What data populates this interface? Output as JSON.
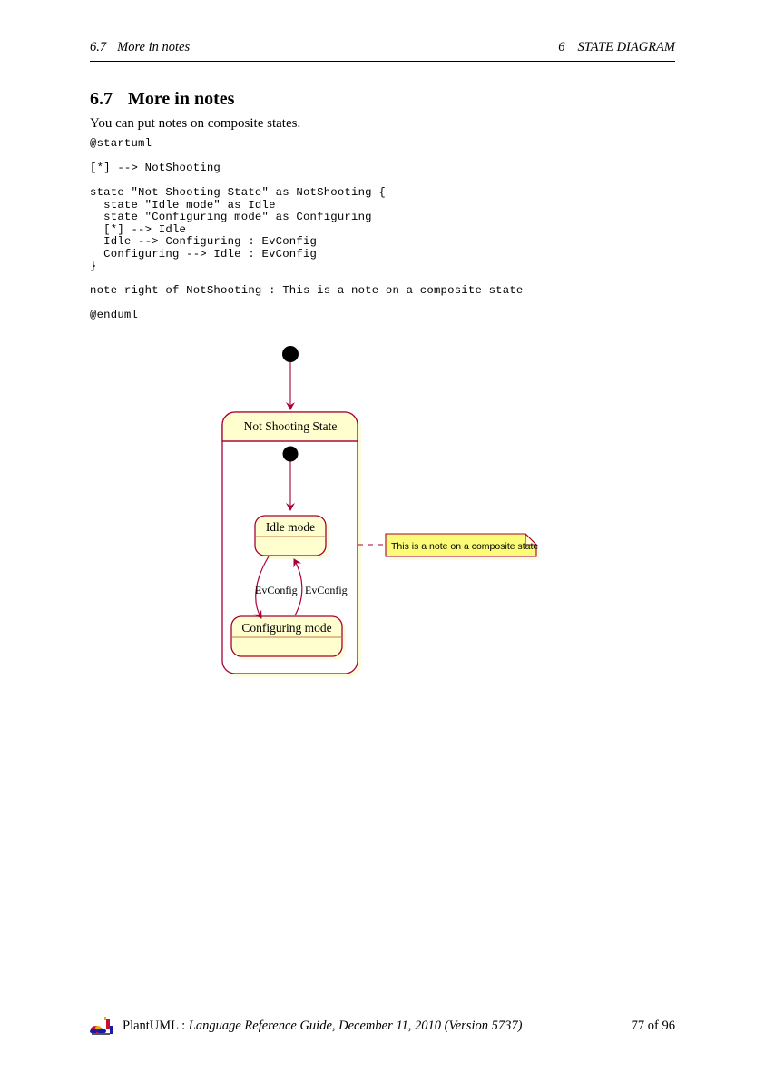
{
  "header": {
    "left_number": "6.7",
    "left_title": "More in notes",
    "right_number": "6",
    "right_title": "STATE DIAGRAM"
  },
  "section": {
    "number": "6.7",
    "title": "More in notes",
    "intro": "You can put notes on composite states."
  },
  "code": {
    "lines": [
      "@startuml",
      "",
      "[*] --> NotShooting",
      "",
      "state \"Not Shooting State\" as NotShooting {",
      "  state \"Idle mode\" as Idle",
      "  state \"Configuring mode\" as Configuring",
      "  [*] --> Idle",
      "  Idle --> Configuring : EvConfig",
      "  Configuring --> Idle : EvConfig",
      "}",
      "",
      "note right of NotShooting : This is a note on a composite state",
      "",
      "@enduml"
    ]
  },
  "diagram": {
    "type": "state-diagram",
    "composite_state": {
      "title": "Not Shooting State",
      "children": [
        {
          "name": "Idle mode"
        },
        {
          "name": "Configuring mode"
        }
      ],
      "start_node": "initial-state",
      "transitions": [
        {
          "from": "Idle mode",
          "to": "Configuring mode",
          "label": "EvConfig"
        },
        {
          "from": "Configuring mode",
          "to": "Idle mode",
          "label": "EvConfig"
        }
      ]
    },
    "outer_start_node": "initial-state",
    "note": {
      "text": "This is a note on a composite state",
      "attached_to": "Not Shooting State"
    },
    "colors": {
      "state_fill": "#FEFECE",
      "state_border": "#A80036",
      "composite_body_fill": "#FFFFFF",
      "note_fill": "#FBFB77",
      "note_border": "#A80036",
      "arrow": "#A80036",
      "shadow": "#FCFCDC"
    }
  },
  "footer": {
    "product": "PlantUML :",
    "subtitle": "Language Reference Guide, December 11, 2010 (Version 5737)",
    "page": "77 of 96",
    "logo": "plantuml-logo"
  }
}
